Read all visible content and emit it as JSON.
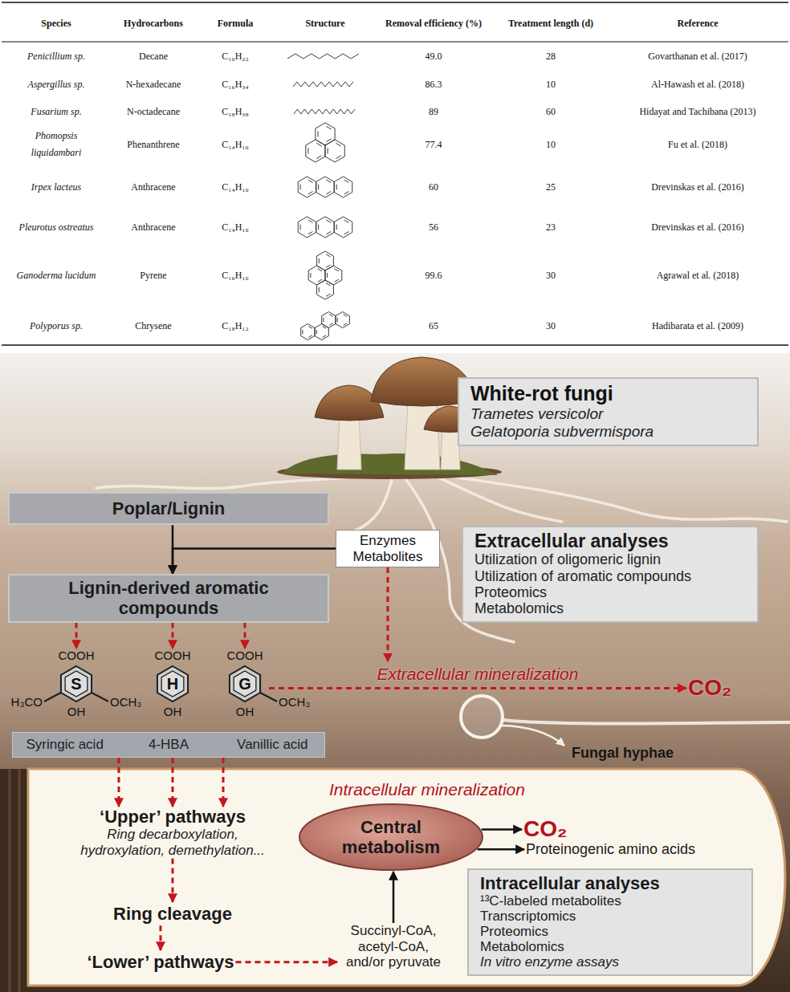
{
  "diagram": {
    "nodes": [
      {
        "text": [
          "White-rot fungi",
          "Trametes versicolor",
          "Gelatoporia subvermispora"
        ]
      },
      {
        "text": [
          "Poplar/Lignin"
        ]
      },
      {
        "text": [
          "Lignin-derived aromatic compounds"
        ]
      },
      {
        "text": [
          "Enzymes Metabolites"
        ]
      },
      {
        "text": [
          "Extracellular analyses",
          "Utilization of oligomeric lignin",
          "Utilization of aromatic compounds",
          "Proteomics",
          "Metabolomics"
        ]
      },
      {
        "text": [
          "COOH",
          "S",
          "OH"
        ]
      },
      {
        "text": [
          "COOH",
          "H",
          "OH"
        ]
      },
      {
        "text": [
          "COOH",
          "G",
          "OH"
        ]
      },
      {
        "text": [
          "Syringic acid",
          "4-HBA",
          "Vanillic acid"
        ]
      },
      {
        "text": [
          "CO₂"
        ]
      },
      {
        "text": [
          "Intracellular mineralization"
        ]
      },
      {
        "text": [
          "‘Upper’ pathways",
          "Ring decarboxylation, hydroxylation, demethylation..."
        ],
        "in": 10
      },
      {
        "text": [
          "Ring cleavage"
        ],
        "in": 10
      },
      {
        "text": [
          "‘Lower’ pathways"
        ],
        "in": 10
      },
      {
        "text": [
          "Central metabolism"
        ],
        "in": 10
      },
      {
        "text": [
          "CO₂"
        ],
        "in": 10
      },
      {
        "text": [
          "Proteinogenic amino acids"
        ],
        "in": 10
      },
      {
        "text": [
          "Succinyl-CoA, acetyl-CoA, and/or pyruvate"
        ],
        "in": 10
      },
      {
        "text": [
          "Intracellular analyses",
          "¹³C-labeled metabolites",
          "Transcriptomics",
          "Proteomics",
          "Metabolomics",
          "In vitro enzyme assays"
        ],
        "in": 10
      }
    ],
    "edges": [
      {
        "from": 1,
        "to": 2,
        "arrow": "to"
      },
      {
        "from": 3,
        "to": 2,
        "arrow": "to"
      },
      {
        "from": 2,
        "to": 5,
        "arrow": "to"
      },
      {
        "from": 2,
        "to": 6,
        "arrow": "to"
      },
      {
        "from": 2,
        "to": 7,
        "arrow": "to"
      },
      {
        "from": 7,
        "to": 9,
        "label": "Extracellular mineralization",
        "arrow": "to"
      },
      {
        "from": 8,
        "to": 11,
        "arrow": "to"
      },
      {
        "from": 8,
        "to": 11,
        "arrow": "to"
      },
      {
        "from": 8,
        "to": 11,
        "arrow": "to"
      },
      {
        "from": 11,
        "to": 12,
        "arrow": "to"
      },
      {
        "from": 12,
        "to": 13,
        "arrow": "to"
      },
      {
        "from": 13,
        "to": 17,
        "arrow": "to"
      },
      {
        "from": 17,
        "to": 14,
        "arrow": "to"
      },
      {
        "from": 14,
        "to": 15,
        "arrow": "to"
      },
      {
        "from": 14,
        "to": 16,
        "arrow": "to"
      }
    ],
    "labels": [
      "Species",
      "Hydrocarbons",
      "Formula",
      "Structure",
      "Removal efficiency (%)",
      "Treatment length (d)",
      "Reference",
      "Penicillium sp.",
      "Decane",
      "C₁₀H₂₂",
      "49.0",
      "28",
      "Govarthanan et al. (2017)",
      "Aspergillus sp.",
      "N-hexadecane",
      "C₁₆H₃₄",
      "86.3",
      "10",
      "Al-Hawash et al. (2018)",
      "Fusarium sp.",
      "N-octadecane",
      "C₁₈H₃₈",
      "89",
      "60",
      "Hidayat and Tachibana (2013)",
      "Phomopsis liquidambari",
      "Phenanthrene",
      "C₁₄H₁₀",
      "77.4",
      "10",
      "Fu et al. (2018)",
      "Irpex lacteus",
      "Anthracene",
      "C₁₄H₁₀",
      "60",
      "25",
      "Drevinskas et al. (2016)",
      "Pleurotus ostreatus",
      "Anthracene",
      "C₁₄H₁₀",
      "56",
      "23",
      "Drevinskas et al. (2016)",
      "Ganoderma lucidum",
      "Pyrene",
      "C₁₆H₁₀",
      "99.6",
      "30",
      "Agrawal et al. (2018)",
      "Polyporus sp.",
      "Chrysene",
      "C₁₈H₁₂",
      "65",
      "30",
      "Hadibarata et al. (2009)",
      "H₃CO",
      "OCH₃",
      "OCH₃",
      "Fungal hyphae"
    ]
  }
}
